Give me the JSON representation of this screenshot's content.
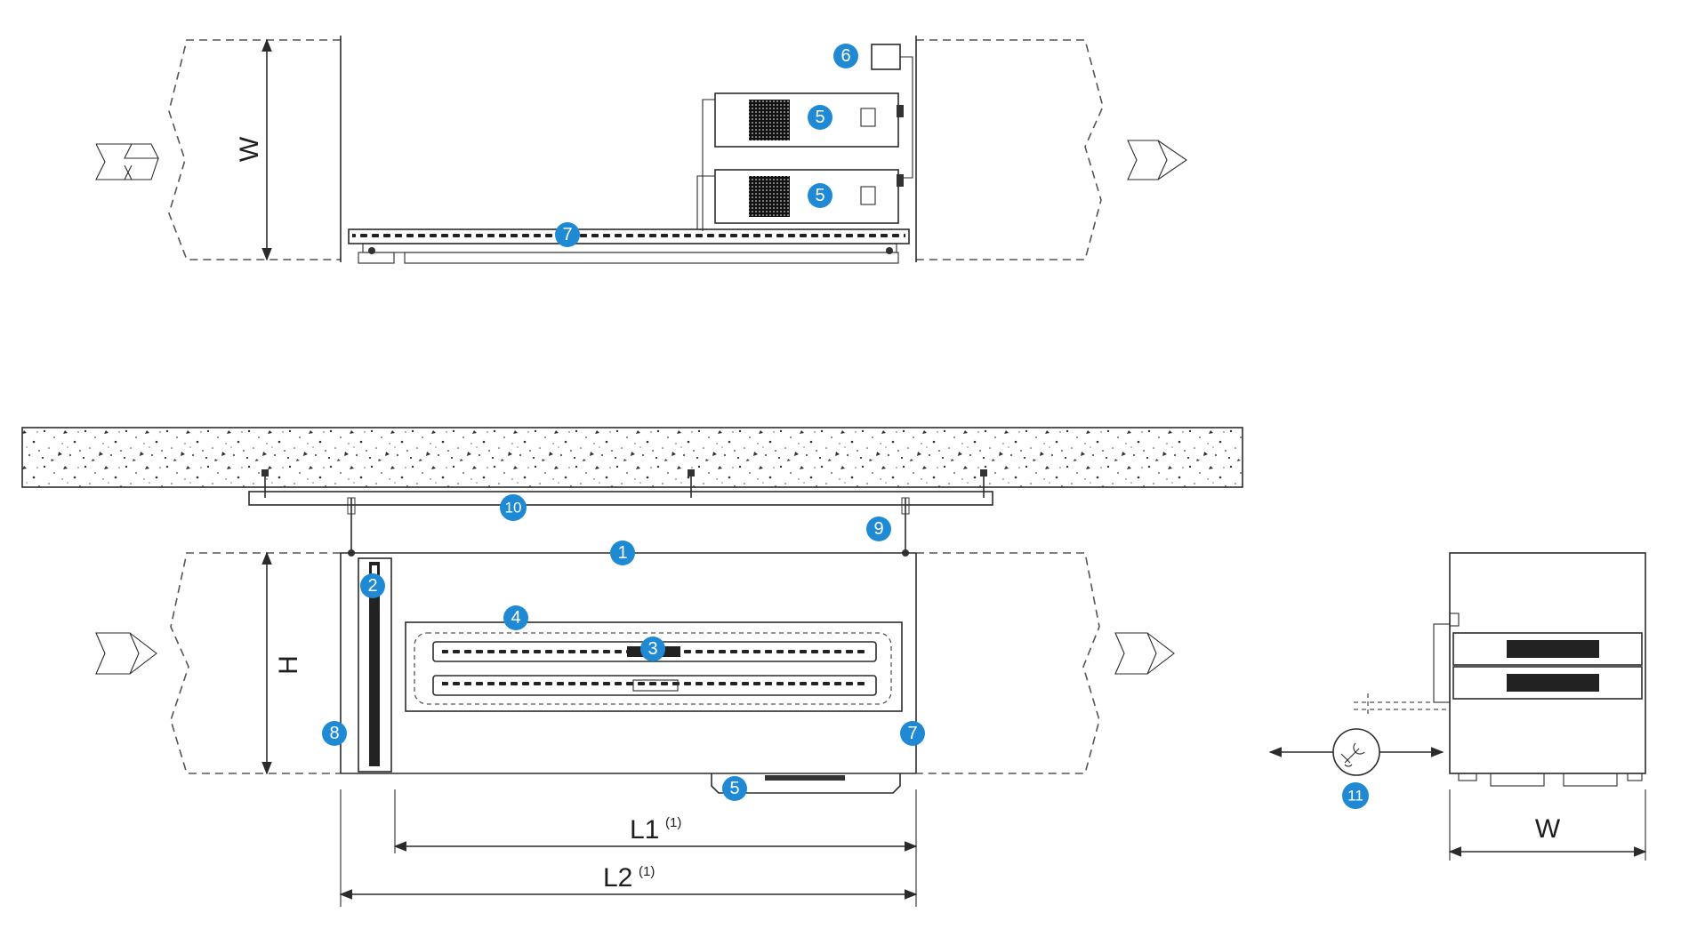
{
  "dimensions": {
    "w_top": "W",
    "h": "H",
    "l1": "L1",
    "l1_note": "(1)",
    "l2": "L2",
    "l2_note": "(1)",
    "w_side": "W"
  },
  "markers": {
    "m1": "1",
    "m2": "2",
    "m3": "3",
    "m4": "4",
    "m5_top_upper": "5",
    "m5_top_lower": "5",
    "m5_front": "5",
    "m6": "6",
    "m7_top": "7",
    "m7_front": "7",
    "m8": "8",
    "m9": "9",
    "m10": "10",
    "m11": "11"
  },
  "icons": {
    "maintenance": "wrench-hand-icon",
    "airflow": "airflow-arrow-icon"
  },
  "colors": {
    "marker": "#1f8ad3",
    "line": "#2b2b2b"
  }
}
